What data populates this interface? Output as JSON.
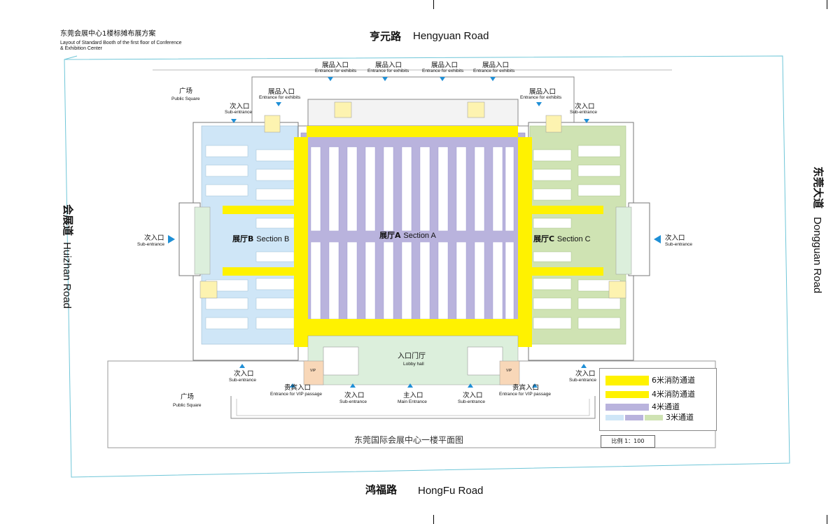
{
  "title": {
    "zh": "东莞会展中心1楼标摊布展方案",
    "en_line1": "Layout of Standard Booth of the first floor of Conference",
    "en_line2": "& Exhibition Center"
  },
  "roads": {
    "top_zh": "亨元路",
    "top_en": "Hengyuan Road",
    "bottom_zh": "鸿福路",
    "bottom_en": "HongFu Road",
    "left_zh": "会展道",
    "left_en": "Huizhan Road",
    "right_zh": "东莞大道",
    "right_en": "Dongguan Road"
  },
  "areas": {
    "square_zh": "广场",
    "square_en": "Public Square",
    "hall_a_zh": "展厅A",
    "hall_a_en": "Section A",
    "hall_b_zh": "展厅B",
    "hall_b_en": "Section B",
    "hall_c_zh": "展厅C",
    "hall_c_en": "Section C",
    "lobby_zh": "入口门厅",
    "lobby_en": "Lobby hall",
    "vip_badge": "VIP"
  },
  "entrances": {
    "exhibit_zh": "展品入口",
    "exhibit_en": "Entrance for exhibits",
    "sub_zh": "次入口",
    "sub_en": "Sub-entrance",
    "main_zh": "主入口",
    "main_en": "Main Entrance",
    "vip_zh": "贵宾入口",
    "vip_en": "Entrance for VIP passage"
  },
  "legend": {
    "items": [
      {
        "label": "6米消防通道",
        "color": "#fff200"
      },
      {
        "label": "4米消防通道",
        "color": "#fff200"
      },
      {
        "label": "4米通道",
        "color": "#b9b3dd"
      },
      {
        "label": "3米通道",
        "colors": [
          "#cfe6f7",
          "#b9b3dd",
          "#cfe3b3"
        ]
      }
    ]
  },
  "footer": {
    "plan_title": "东莞国际会展中心一楼平面图",
    "scale": "比例 1：100"
  },
  "colors": {
    "yellow": "#fff200",
    "purple": "#b9b3dd",
    "blue": "#cfe6f7",
    "green": "#cfe3b3",
    "lobby": "#dcefdc",
    "arrow": "#1e8fd6",
    "outline": "#6fc6d8"
  }
}
